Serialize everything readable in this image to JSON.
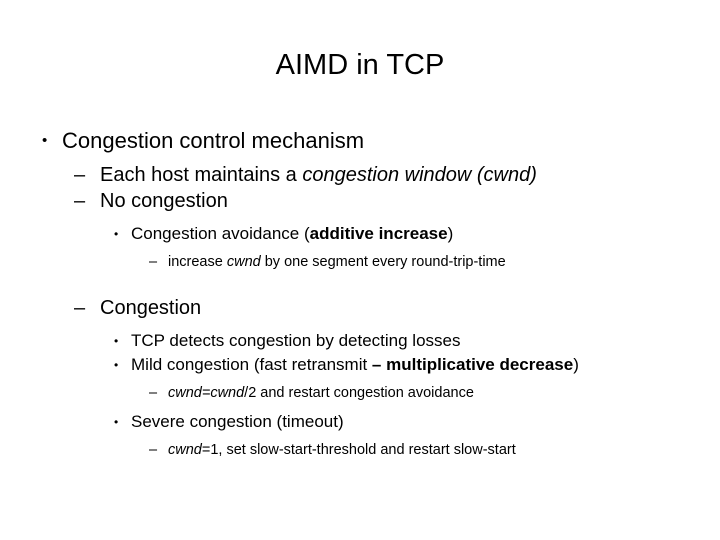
{
  "slide": {
    "title": "AIMD in TCP",
    "background_color": "#ffffff",
    "text_color": "#000000",
    "markers": {
      "level1": "•",
      "level2": "–",
      "level3": "•",
      "level4": "–"
    },
    "bullets": {
      "l1_congestion_control": "Congestion control mechanism",
      "l2_each_host_prefix": "Each host maintains a ",
      "l2_each_host_italic": "congestion window (cwnd)",
      "l2_no_congestion": "No congestion",
      "l3_congestion_avoidance_prefix": "Congestion avoidance (",
      "l3_congestion_avoidance_bold": "additive increase",
      "l3_congestion_avoidance_suffix": ")",
      "l4_increase_prefix": "increase ",
      "l4_increase_italic": "cwnd",
      "l4_increase_suffix": " by one segment every round-trip-time",
      "l2_congestion": "Congestion",
      "l3_tcp_detects": "TCP detects congestion by detecting losses",
      "l3_mild_prefix": "Mild congestion (fast retransmit ",
      "l3_mild_bold": "– multiplicative decrease",
      "l3_mild_suffix": ")",
      "l4_cwnd_half_italic": "cwnd=cwnd",
      "l4_cwnd_half_suffix": "/2 and restart congestion avoidance",
      "l3_severe": "Severe congestion (timeout)",
      "l4_cwnd_one_italic": "cwnd",
      "l4_cwnd_one_suffix": "=1, set slow-start-threshold and restart slow-start"
    }
  }
}
